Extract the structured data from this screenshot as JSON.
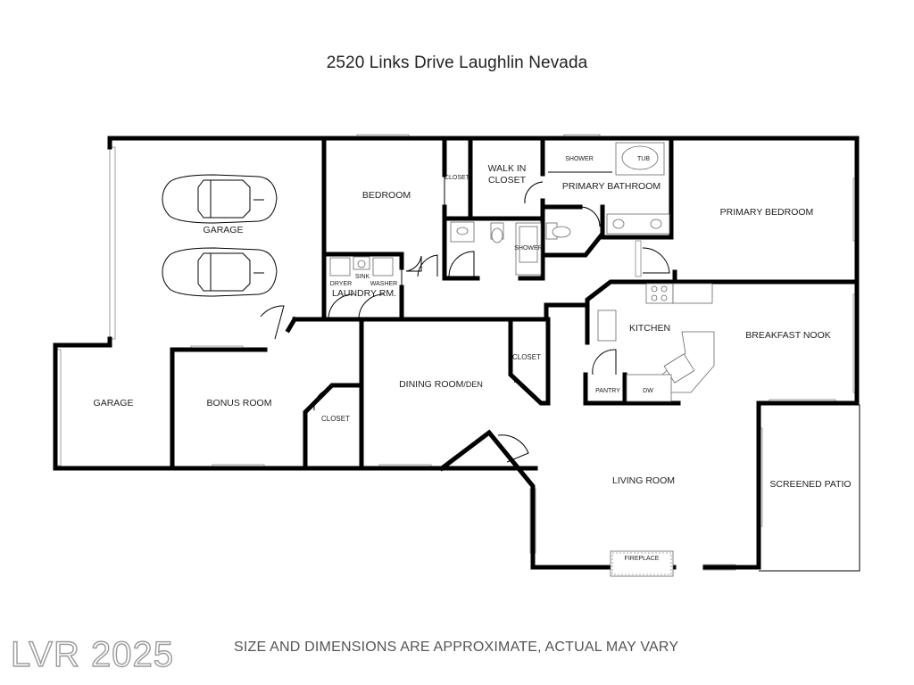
{
  "title": "2520 Links Drive Laughlin Nevada",
  "footer_note": "SIZE AND DIMENSIONS ARE APPROXIMATE, ACTUAL MAY VARY",
  "watermark": "LVR 2025",
  "rooms": {
    "garage_main": "GARAGE",
    "garage_side": "GARAGE",
    "bedroom": "BEDROOM",
    "closet_bedroom": "CLOSET",
    "walk_in_line1": "WALK IN",
    "walk_in_line2": "CLOSET",
    "primary_bathroom": "PRIMARY BATHROOM",
    "primary_bedroom": "PRIMARY BEDROOM",
    "laundry": "LAUNDRY RM.",
    "dryer": "DRYER",
    "sink": "SINK",
    "washer": "WASHER",
    "bonus_room": "BONUS ROOM",
    "closet_bonus": "CLOSET",
    "dining_prefix": "DINING ROOM",
    "dining_suffix": "/DEN",
    "closet_dining": "CLOSET",
    "kitchen": "KITCHEN",
    "breakfast_nook": "BREAKFAST NOOK",
    "pantry": "PANTRY",
    "dw": "DW",
    "living_room": "LIVING ROOM",
    "screened_patio": "SCREENED PATIO",
    "fireplace": "FIREPLACE",
    "shower_primary": "SHOWER",
    "shower_hall": "SHOWER",
    "tub": "TUB"
  }
}
